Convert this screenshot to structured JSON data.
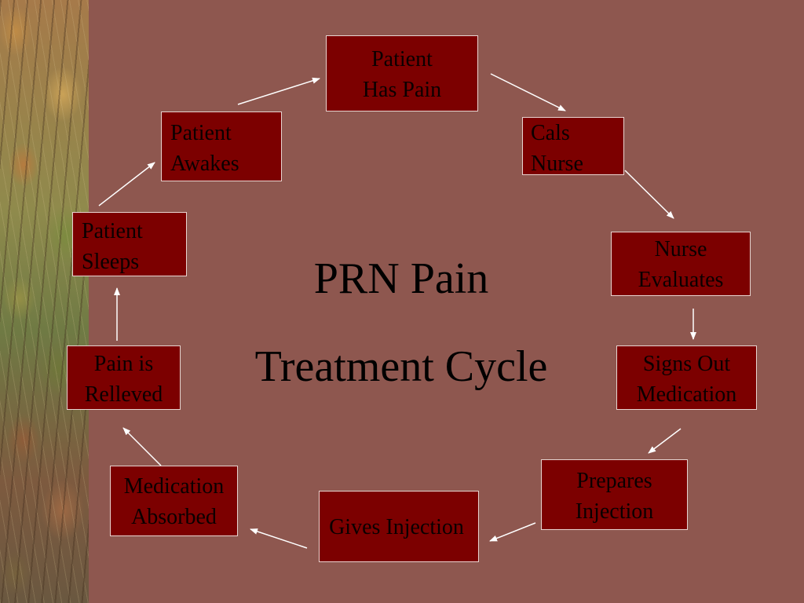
{
  "title": {
    "line1": "PRN Pain",
    "line2": "Treatment Cycle"
  },
  "steps": [
    {
      "line1": "Patient",
      "line2": "Has Pain"
    },
    {
      "line1": "Cals",
      "line2": "Nurse"
    },
    {
      "line1": "Nurse",
      "line2": "Evaluates"
    },
    {
      "line1": "Signs Out",
      "line2": "Medication"
    },
    {
      "line1": "Prepares",
      "line2": "Injection"
    },
    {
      "line1": "Gives Injection"
    },
    {
      "line1": "Medication",
      "line2": "Absorbed"
    },
    {
      "line1": "Pain is",
      "line2": "Relleved"
    },
    {
      "line1": "Patient",
      "line2": "Sleeps"
    },
    {
      "line1": "Patient",
      "line2": "Awakes"
    }
  ],
  "colors": {
    "background": "#8e574f",
    "box_fill": "#7c0000",
    "box_border": "#e8d4d0",
    "arrow": "#ffffff",
    "text": "#000000"
  }
}
